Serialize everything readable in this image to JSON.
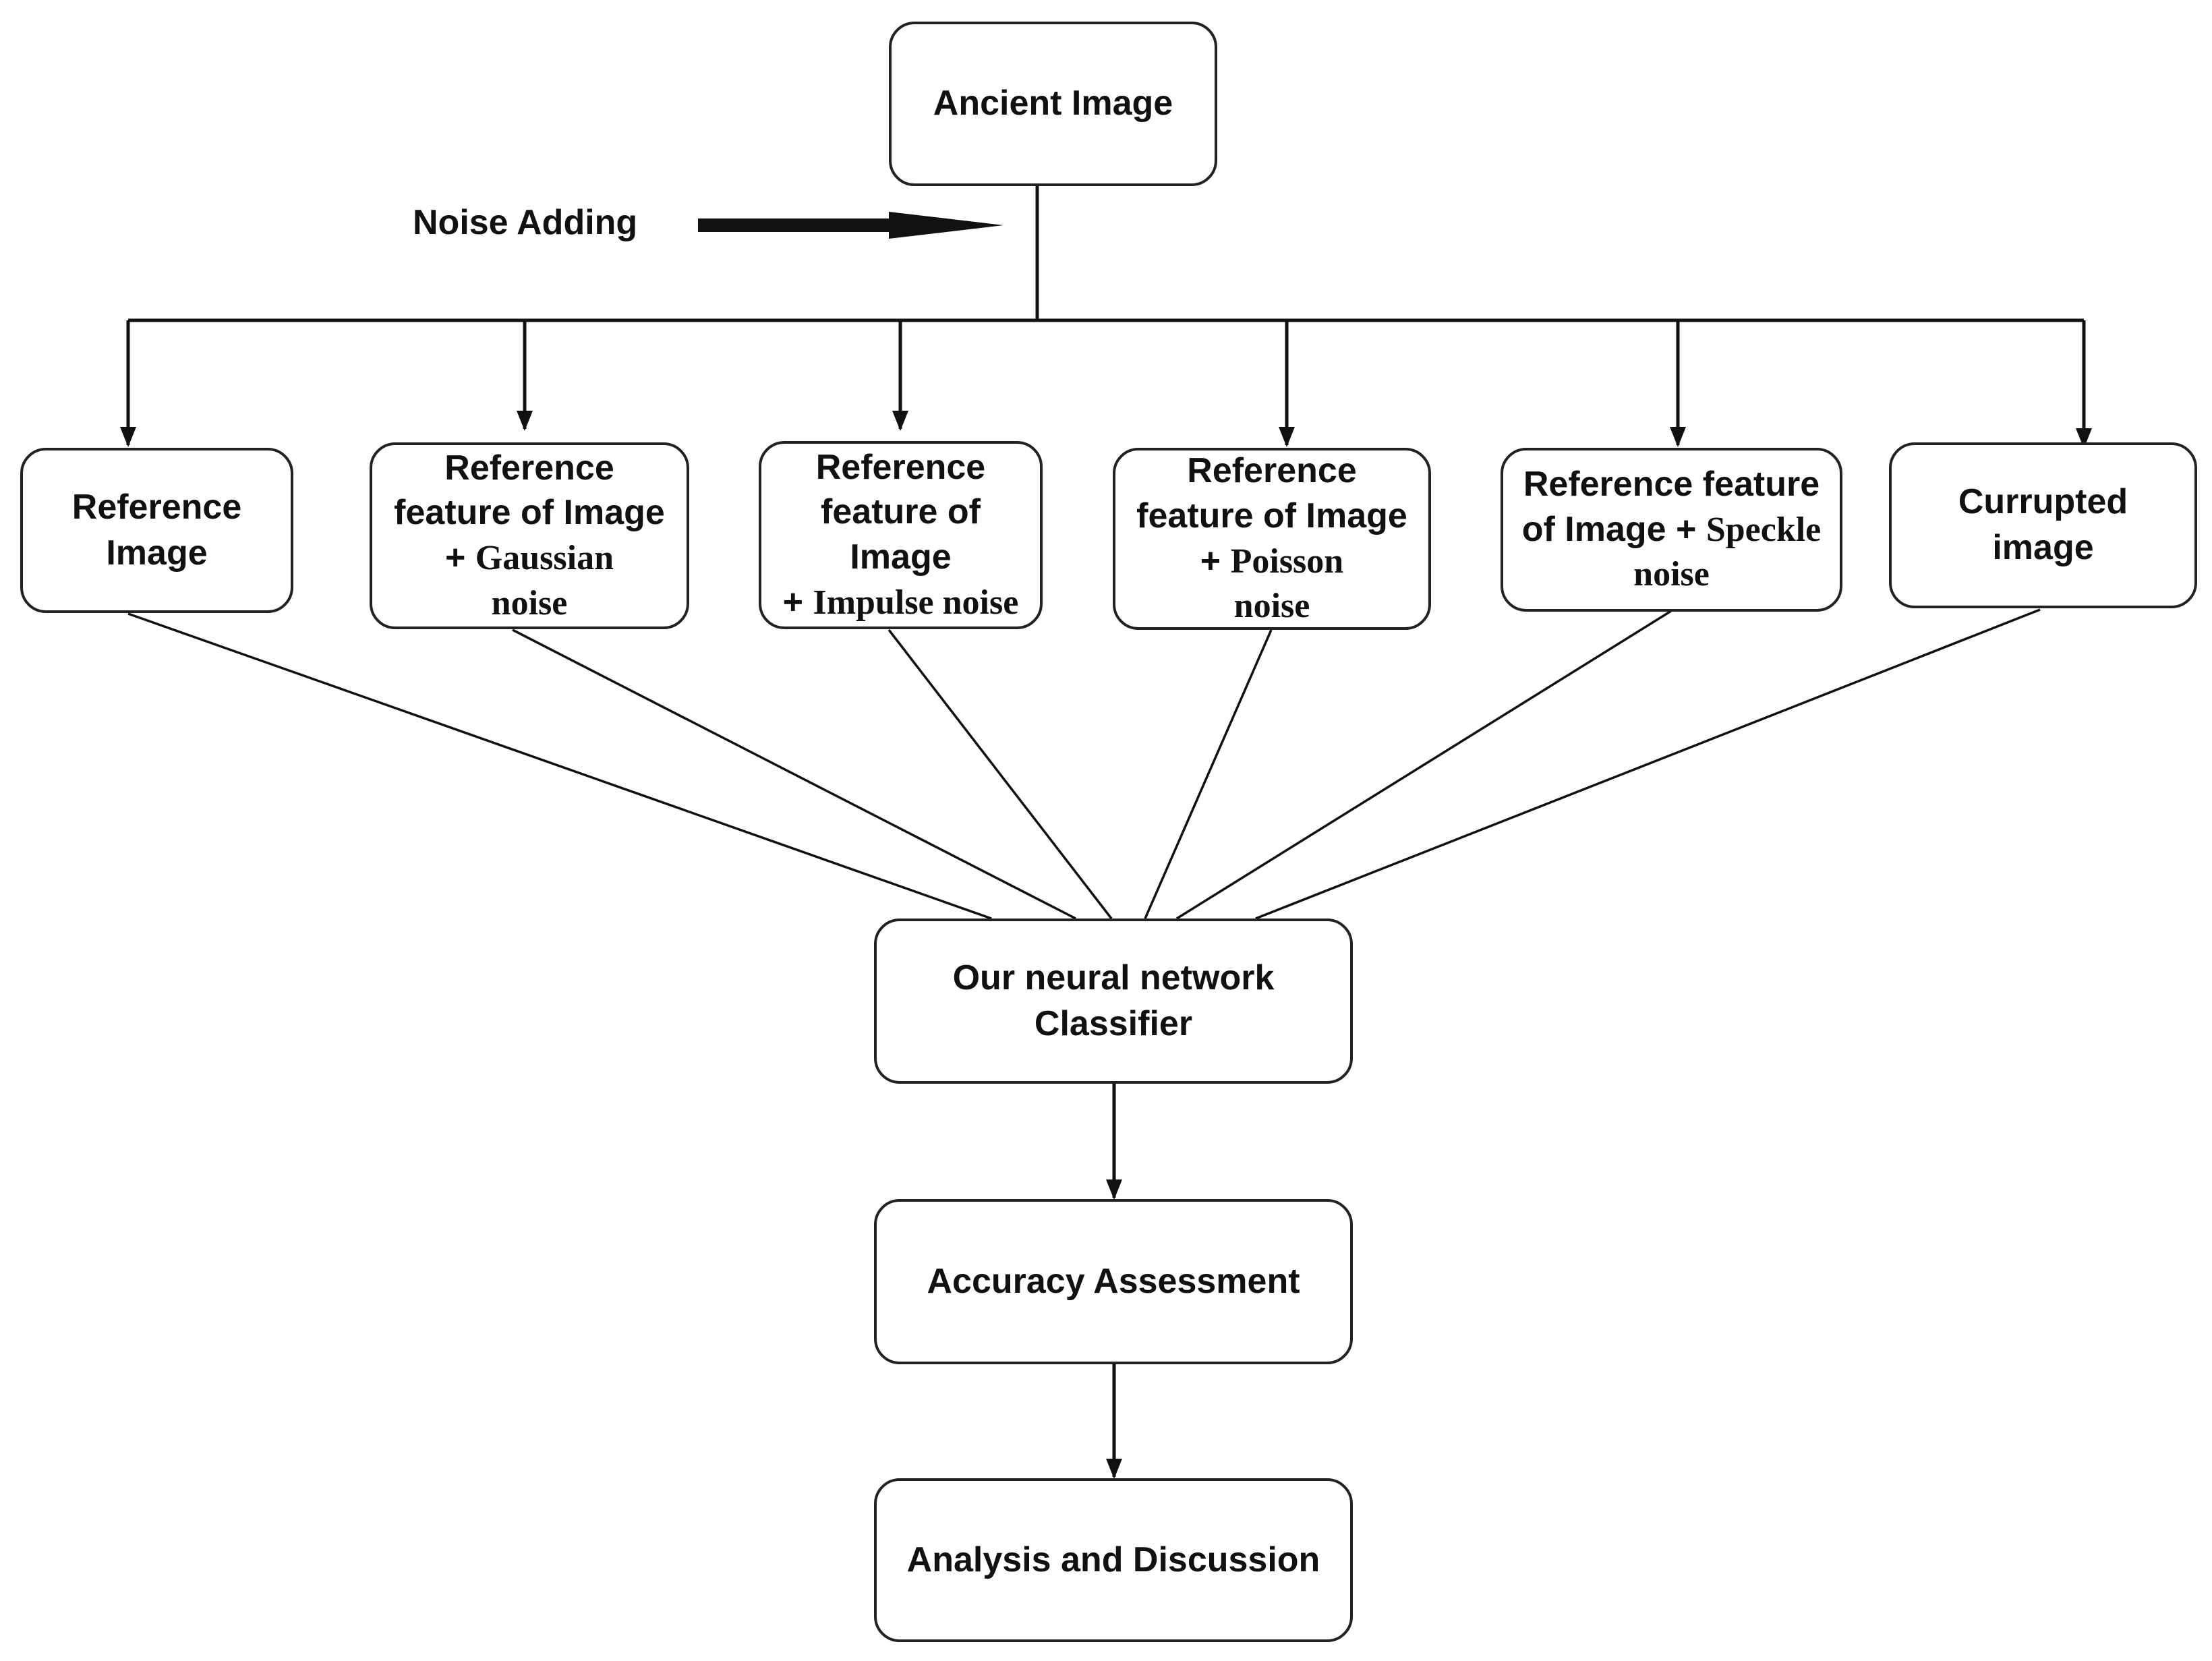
{
  "nodes": {
    "ancient_image": "Ancient Image",
    "noise_adding": "Noise Adding",
    "reference_image": {
      "line1": "Reference",
      "line2": "Image"
    },
    "gaussian": {
      "line1": "Reference",
      "line2": "feature of Image",
      "line3_prefix": "+ ",
      "line3_serif": "Gaussian",
      "line4_serif": "noise"
    },
    "impulse": {
      "line1": "Reference",
      "line2": "feature of",
      "line3": "Image",
      "line4_prefix": "+ ",
      "line4_serif": "Impulse  noise"
    },
    "poisson": {
      "line1": "Reference",
      "line2": "feature of Image",
      "line3_prefix": "+ ",
      "line3_serif": "Poisson",
      "line4_serif": "noise"
    },
    "speckle": {
      "line1": "Reference feature",
      "line2_prefix": "of Image + ",
      "line2_serif": "Speckle",
      "line3_serif": "noise"
    },
    "corrupted": {
      "line1": "Currupted",
      "line2": "image"
    },
    "classifier": {
      "line1": "Our neural network",
      "line2": "Classifier"
    },
    "accuracy": "Accuracy Assessment",
    "analysis": "Analysis and Discussion"
  }
}
